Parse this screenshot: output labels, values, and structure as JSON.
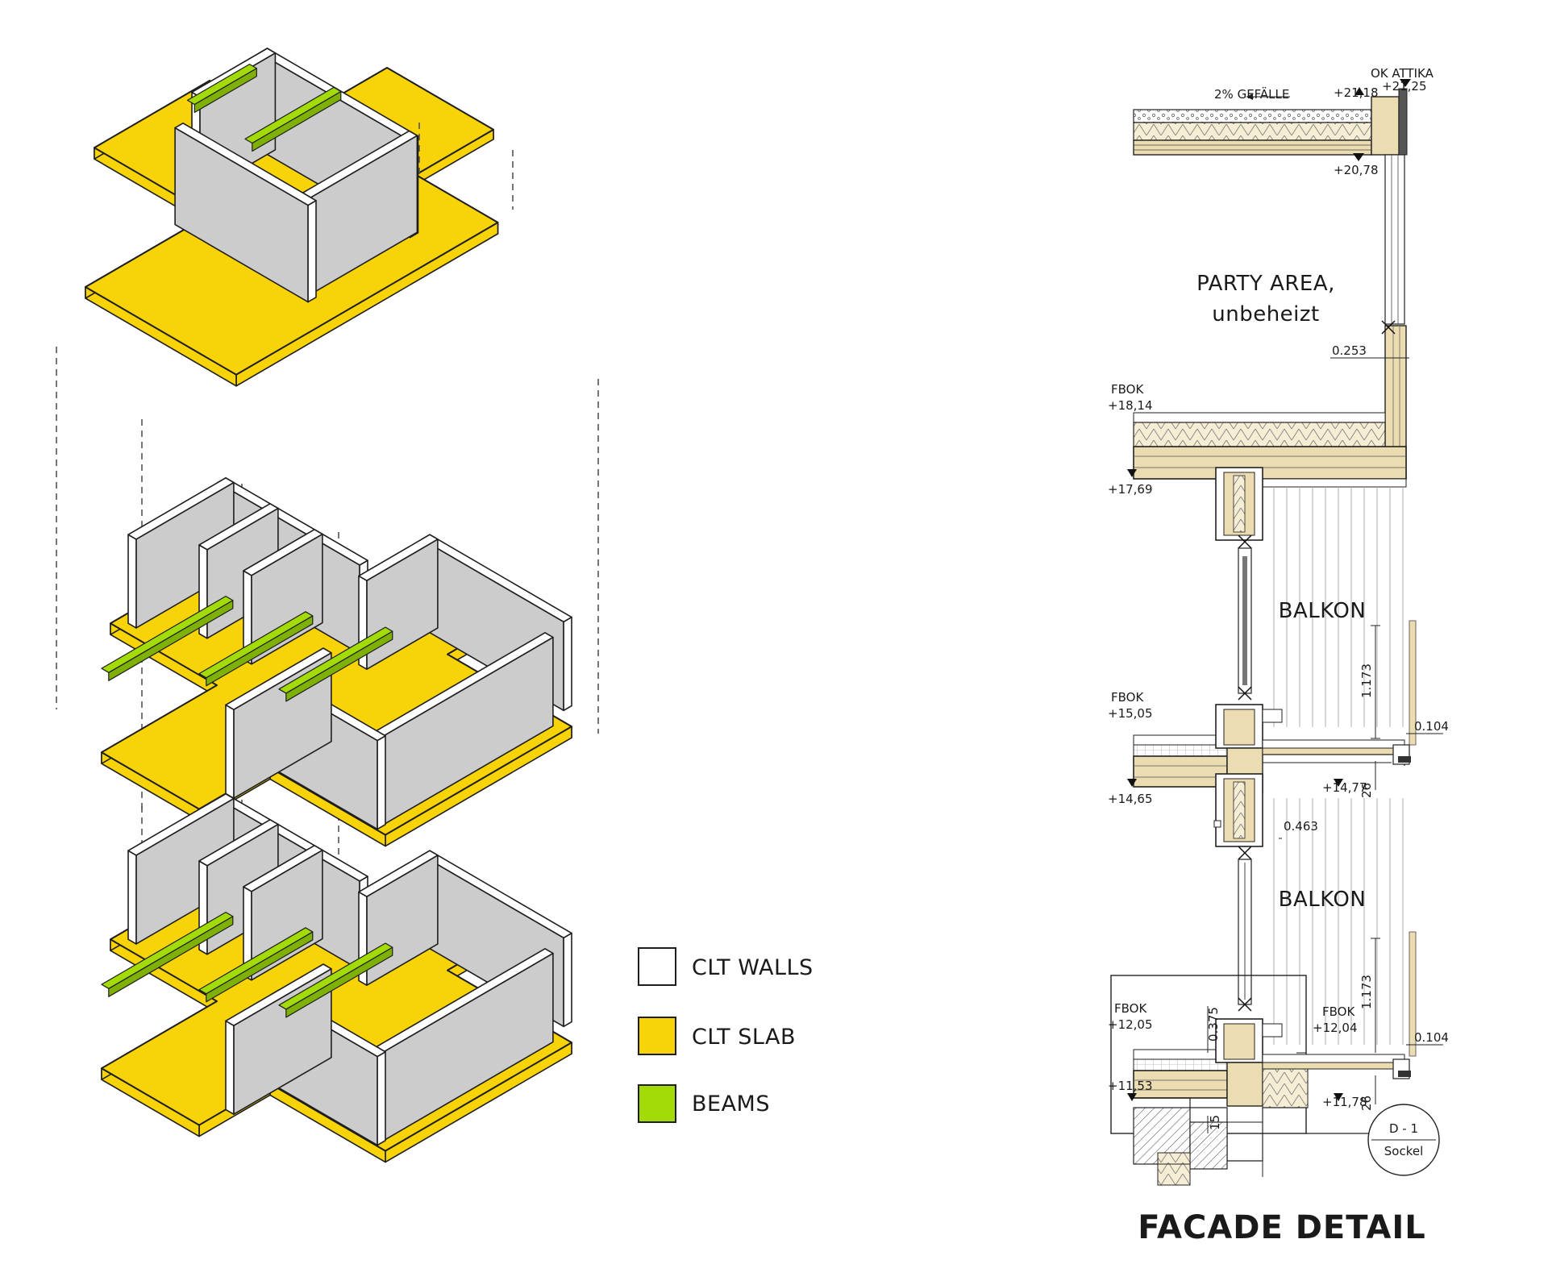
{
  "colors": {
    "slab": "#f7d307",
    "wall_top": "#ffffff",
    "wall_side": "#cccccc",
    "beam": "#a2db06",
    "line": "#1e1e1e",
    "wood": "#ecdcb2",
    "insulation": "#f6eed4"
  },
  "legend": [
    {
      "label": "CLT WALLS",
      "swatch": "wall"
    },
    {
      "label": "CLT SLAB",
      "swatch": "slab"
    },
    {
      "label": "BEAMS",
      "swatch": "beam"
    }
  ],
  "section": {
    "title": "FACADE DETAIL",
    "rooms": {
      "party": "PARTY AREA,",
      "party_sub": "unbeheizt",
      "balkon_1": "BALKON",
      "balkon_2": "BALKON"
    },
    "labels": {
      "slope": "2% GEFÄLLE",
      "ok_attika": "OK ATTIKA",
      "attika_level": "+21,25",
      "roof_top": "+21,18",
      "roof_bottom": "+20,78",
      "dim_parapet": "0.253",
      "fbok_1": "FBOK",
      "fbok_1_level": "+18,14",
      "slab_1_bottom": "+17,69",
      "dim_railing_1": "1.173",
      "fbok_2": "FBOK",
      "fbok_2_level": "+15,05",
      "dim_edge_1": "0.104",
      "slab_2_bottom": "+14,65",
      "balcony_1_bottom": "+14,77",
      "dim_26_1": "26",
      "dim_beam": "0.463",
      "dim_railing_2": "1.173",
      "fbok_3": "FBOK",
      "fbok_3_level": "+12,05",
      "dim_sill": "0.375",
      "fbok_4": "FBOK",
      "fbok_4_level": "+12,04",
      "dim_edge_2": "0.104",
      "slab_3_bottom": "+11,53",
      "balcony_2_bottom": "+11,78",
      "dim_26_2": "26",
      "dim_15": "15",
      "callout_id": "D - 1",
      "callout_name": "Sockel"
    }
  }
}
